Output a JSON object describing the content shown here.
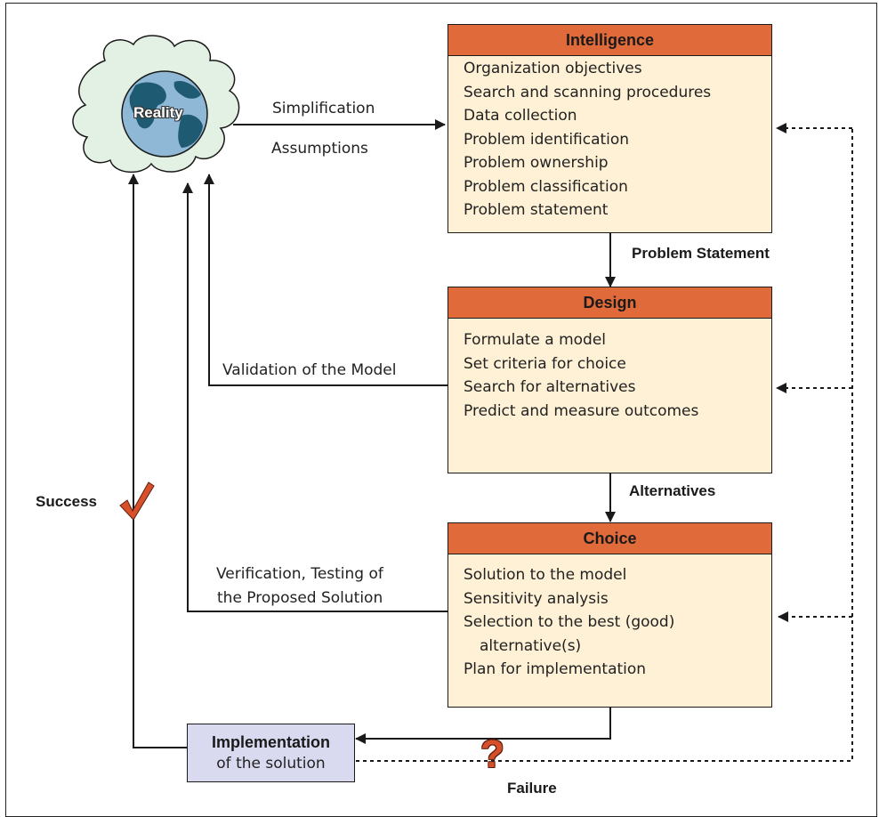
{
  "reality": {
    "label": "Reality",
    "icon": "globe-icon",
    "cloud_color": "#e3f1e4",
    "globe_color": "#8fb8d6",
    "land_color": "#1f5a73"
  },
  "intelligence": {
    "title": "Intelligence",
    "items": [
      "Organization objectives",
      "Search and scanning procedures",
      "Data collection",
      "Problem identification",
      "Problem ownership",
      "Problem classification",
      "Problem statement"
    ]
  },
  "design": {
    "title": "Design",
    "items": [
      "Formulate a model",
      "Set criteria for choice",
      "Search for alternatives",
      "Predict and measure outcomes"
    ]
  },
  "choice": {
    "title": "Choice",
    "items": [
      "Solution to the model",
      "Sensitivity analysis",
      "Selection to the best (good)",
      "alternative(s)",
      "Plan for implementation"
    ]
  },
  "implementation": {
    "title": "Implementation",
    "subtitle": "of the solution"
  },
  "edges": {
    "simplification": "Simplification",
    "assumptions": "Assumptions",
    "problem_statement": "Problem Statement",
    "alternatives": "Alternatives",
    "validation": "Validation of the Model",
    "verification_line1": "Verification, Testing of",
    "verification_line2": "the Proposed Solution",
    "success": "Success",
    "failure": "Failure",
    "question": "?"
  },
  "colors": {
    "header": "#e06a3a",
    "box_fill": "#fff1d6",
    "impl_fill": "#d9d9f0",
    "accent_red": "#d8502a"
  }
}
